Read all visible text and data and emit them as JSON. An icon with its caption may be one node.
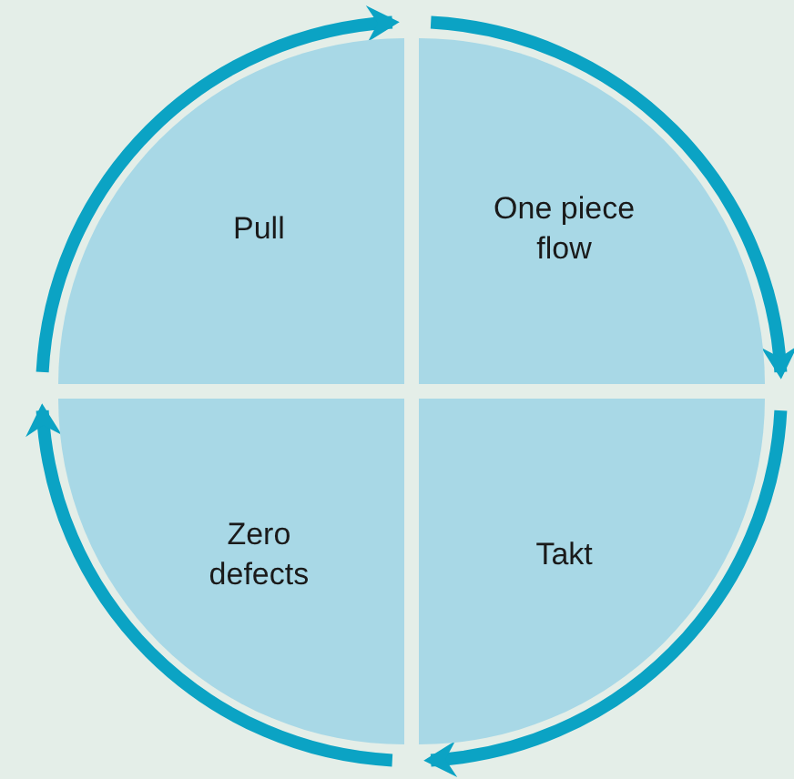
{
  "diagram": {
    "nodes": [
      {
        "text": [
          "Pull"
        ]
      },
      {
        "text": [
          "One piece flow"
        ]
      },
      {
        "text": [
          "Takt"
        ]
      },
      {
        "text": [
          "Zero defects"
        ]
      }
    ],
    "edges": [
      {
        "from": 0,
        "to": 1,
        "arrow": "to"
      },
      {
        "from": 1,
        "to": 2,
        "arrow": "to"
      },
      {
        "from": 2,
        "to": 3,
        "arrow": "to"
      },
      {
        "from": 3,
        "to": 0,
        "arrow": "to"
      }
    ]
  }
}
